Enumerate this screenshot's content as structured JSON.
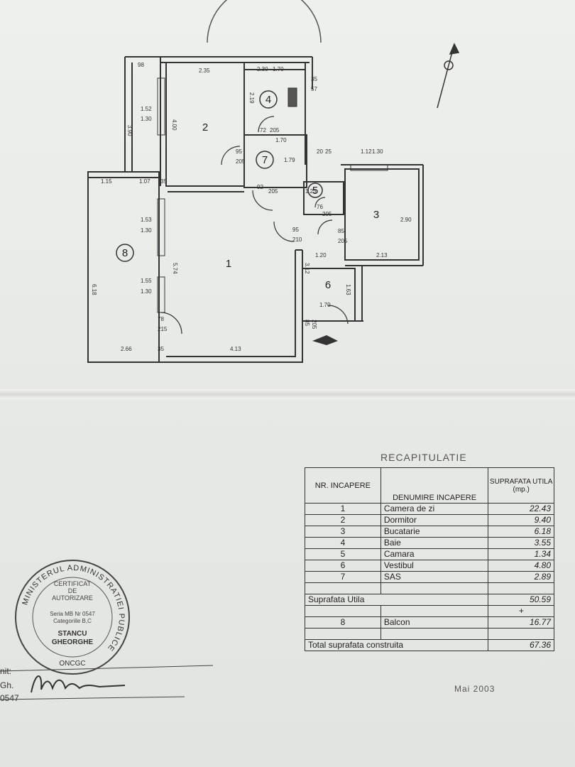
{
  "plan": {
    "rooms": [
      {
        "number": "1"
      },
      {
        "number": "2"
      },
      {
        "number": "3"
      },
      {
        "number": "4"
      },
      {
        "number": "5"
      },
      {
        "number": "6"
      },
      {
        "number": "7"
      },
      {
        "number": "8"
      }
    ],
    "dimensions": {
      "d_235": "2.35",
      "d_230": "2.30",
      "d_170": "1.70",
      "d_35a": "35",
      "d_57": "57",
      "d_152": "1.52",
      "d_130a": "1.30",
      "d_400": "4.00",
      "d_219": "2.19",
      "d_72": "72",
      "d_205a": "205",
      "d_95a": "95",
      "d_205b": "205",
      "d_170b": "1.70",
      "d_179": "1.79",
      "d_20": "20",
      "d_25": "25",
      "d_112": "1.12",
      "d_130b": "1.30",
      "d_115": "1.15",
      "d_107": "1.07",
      "d_35b": "35",
      "d_92": "92",
      "d_205c": "205",
      "d_123": "1.23",
      "d_153": "1.53",
      "d_130c": "1.30",
      "d_76": "76",
      "d_205d": "205",
      "d_290": "2.90",
      "d_618": "6.18",
      "d_574": "5.74",
      "d_95b": "95",
      "d_210": "210",
      "d_85a": "85",
      "d_205e": "205",
      "d_155": "1.55",
      "d_130d": "1.30",
      "d_120": "1.20",
      "d_213": "2.13",
      "d_312": "3.12",
      "d_163": "1.63",
      "d_78": "78",
      "d_215": "215",
      "d_170c": "1.70",
      "d_85b": "85",
      "d_205f": "205",
      "d_266": "2.66",
      "d_35c": "35",
      "d_413": "4.13",
      "d_390": "3.90",
      "d_98": "98"
    }
  },
  "recap": {
    "title": "RECAPITULATIE",
    "headers": {
      "nr": "NR. INCAPERE",
      "name": "DENUMIRE INCAPERE",
      "area": "SUPRAFATA UTILA (mp.)"
    },
    "rows": [
      {
        "nr": "1",
        "name": "Camera de zi",
        "area": "22.43"
      },
      {
        "nr": "2",
        "name": "Dormitor",
        "area": "9.40"
      },
      {
        "nr": "3",
        "name": "Bucatarie",
        "area": "6.18"
      },
      {
        "nr": "4",
        "name": "Baie",
        "area": "3.55"
      },
      {
        "nr": "5",
        "name": "Camara",
        "area": "1.34"
      },
      {
        "nr": "6",
        "name": "Vestibul",
        "area": "4.80"
      },
      {
        "nr": "7",
        "name": "SAS",
        "area": "2.89"
      }
    ],
    "useful_label": "Suprafata Utila",
    "useful_value": "50.59",
    "plus": "+",
    "balcony": {
      "nr": "8",
      "name": "Balcon",
      "area": "16.77"
    },
    "total_label": "Total suprafata construita",
    "total_value": "67.36"
  },
  "stamp": {
    "ring_text": "MINISTERUL ADMINISTRATIEI PUBLICE",
    "line1": "CERTIFICAT",
    "line2": "DE",
    "line3": "AUTORIZARE",
    "line4": "Seria MB Nr 0547",
    "line5": "Categoriile B,C",
    "name1": "STANCU",
    "name2": "GHEORGHE",
    "bottom": "ONCGC"
  },
  "side_text": {
    "a": "nit:",
    "b": "Gh.",
    "c": "0547"
  },
  "date": "Mai 2003"
}
